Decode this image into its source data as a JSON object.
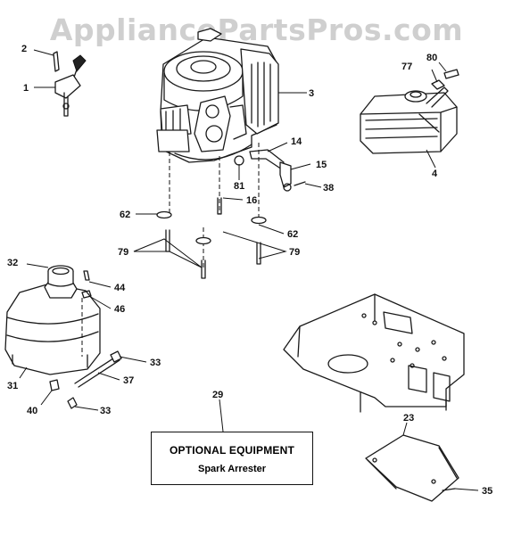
{
  "watermark": "AppliancePartsPros.com",
  "optional_box": {
    "title": "OPTIONAL EQUIPMENT",
    "subtitle": "Spark Arrester"
  },
  "callouts": [
    {
      "id": "c2",
      "text": "2"
    },
    {
      "id": "c1",
      "text": "1"
    },
    {
      "id": "c3",
      "text": "3"
    },
    {
      "id": "c80",
      "text": "80"
    },
    {
      "id": "c77",
      "text": "77"
    },
    {
      "id": "c4",
      "text": "4"
    },
    {
      "id": "c14",
      "text": "14"
    },
    {
      "id": "c15",
      "text": "15"
    },
    {
      "id": "c81",
      "text": "81"
    },
    {
      "id": "c38",
      "text": "38"
    },
    {
      "id": "c16",
      "text": "16"
    },
    {
      "id": "c62a",
      "text": "62"
    },
    {
      "id": "c62b",
      "text": "62"
    },
    {
      "id": "c79a",
      "text": "79"
    },
    {
      "id": "c79b",
      "text": "79"
    },
    {
      "id": "c32",
      "text": "32"
    },
    {
      "id": "c44",
      "text": "44"
    },
    {
      "id": "c46",
      "text": "46"
    },
    {
      "id": "c33a",
      "text": "33"
    },
    {
      "id": "c31",
      "text": "31"
    },
    {
      "id": "c37",
      "text": "37"
    },
    {
      "id": "c40",
      "text": "40"
    },
    {
      "id": "c33b",
      "text": "33"
    },
    {
      "id": "c29",
      "text": "29"
    },
    {
      "id": "c23",
      "text": "23"
    },
    {
      "id": "c35",
      "text": "35"
    }
  ]
}
